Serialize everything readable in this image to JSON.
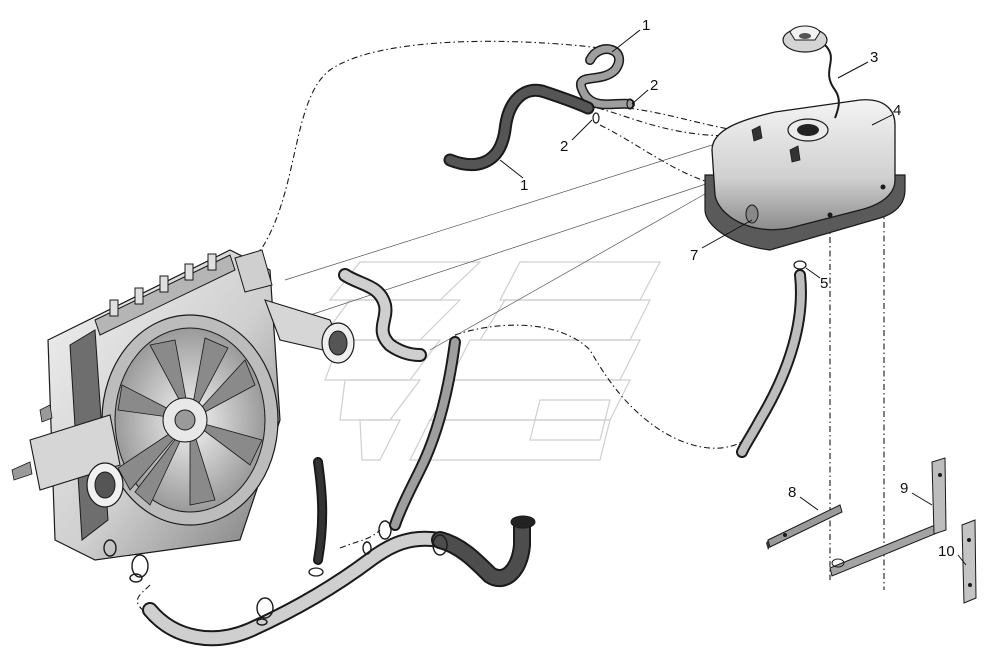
{
  "diagram": {
    "callouts": [
      {
        "id": "1a",
        "label": "1"
      },
      {
        "id": "1b",
        "label": "1"
      },
      {
        "id": "2a",
        "label": "2"
      },
      {
        "id": "2b",
        "label": "2"
      },
      {
        "id": "3",
        "label": "3"
      },
      {
        "id": "4",
        "label": "4"
      },
      {
        "id": "5",
        "label": "5"
      },
      {
        "id": "7",
        "label": "7"
      },
      {
        "id": "8",
        "label": "8"
      },
      {
        "id": "9",
        "label": "9"
      },
      {
        "id": "10",
        "label": "10"
      }
    ]
  },
  "colors": {
    "part_light": "#d9d9d9",
    "part_mid": "#a8a8a8",
    "part_dark": "#4a4a4a",
    "hose_dark": "#2e2e2e",
    "outline": "#1a1a1a"
  }
}
